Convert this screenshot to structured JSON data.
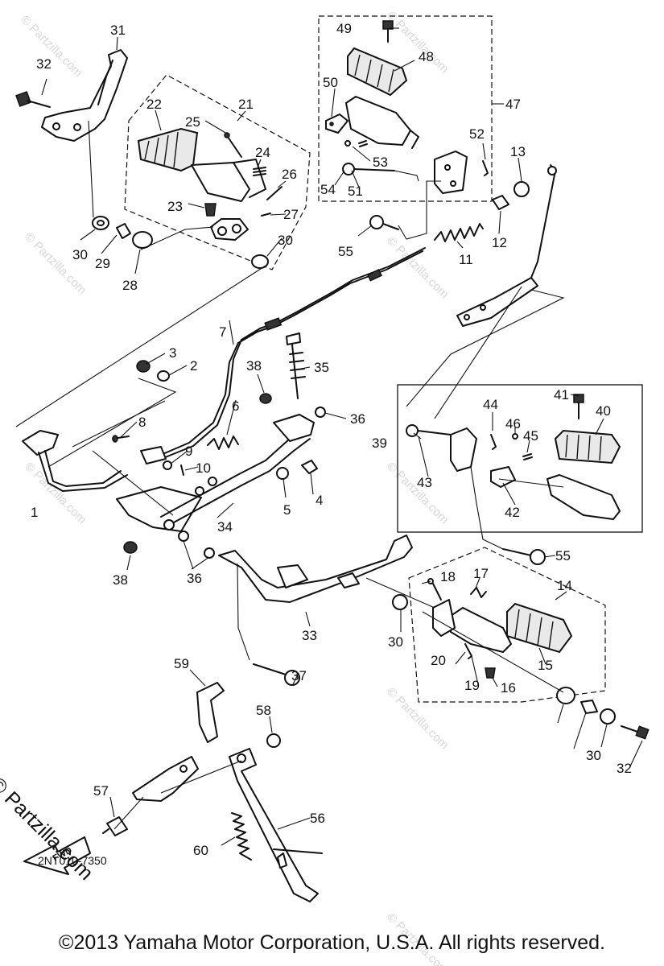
{
  "diagram": {
    "drawing_code": "2NT010-7350",
    "copyright": "©2013 Yamaha Motor Corporation, U.S.A. All rights reserved.",
    "watermark_side": "© Partzilla.com",
    "watermark_faint": "© Partzilla.com",
    "fwd_label": "FWD",
    "callouts": [
      "1",
      "2",
      "3",
      "4",
      "5",
      "6",
      "7",
      "8",
      "9",
      "10",
      "11",
      "12",
      "13",
      "14",
      "15",
      "16",
      "17",
      "18",
      "19",
      "20",
      "21",
      "22",
      "23",
      "24",
      "25",
      "26",
      "27",
      "28",
      "29",
      "30",
      "31",
      "32",
      "33",
      "34",
      "35",
      "36",
      "37",
      "38",
      "39",
      "40",
      "41",
      "42",
      "43",
      "44",
      "45",
      "46",
      "47",
      "48",
      "49",
      "50",
      "51",
      "52",
      "53",
      "54",
      "55",
      "56",
      "57",
      "58",
      "59",
      "60"
    ]
  }
}
